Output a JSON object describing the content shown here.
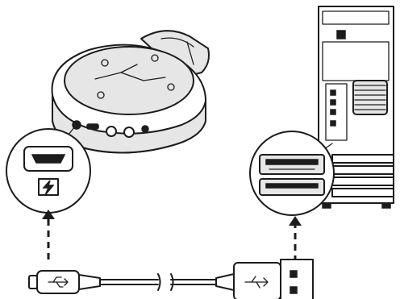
{
  "figure": {
    "description_labels": [],
    "colors": {
      "line": "#1c1c1c",
      "panel": "#e6e6e6",
      "background": "#ffffff"
    },
    "icons": {
      "headset": "headset-illustration",
      "pc": "pc-tower-illustration",
      "micro_usb_port": "micro-usb-port-icon",
      "usb_a_port": "usb-a-port-icon",
      "charging": "charging-bolt-icon",
      "usb_symbol": "usb-symbol-icon",
      "cable": "usb-cable-illustration"
    }
  }
}
